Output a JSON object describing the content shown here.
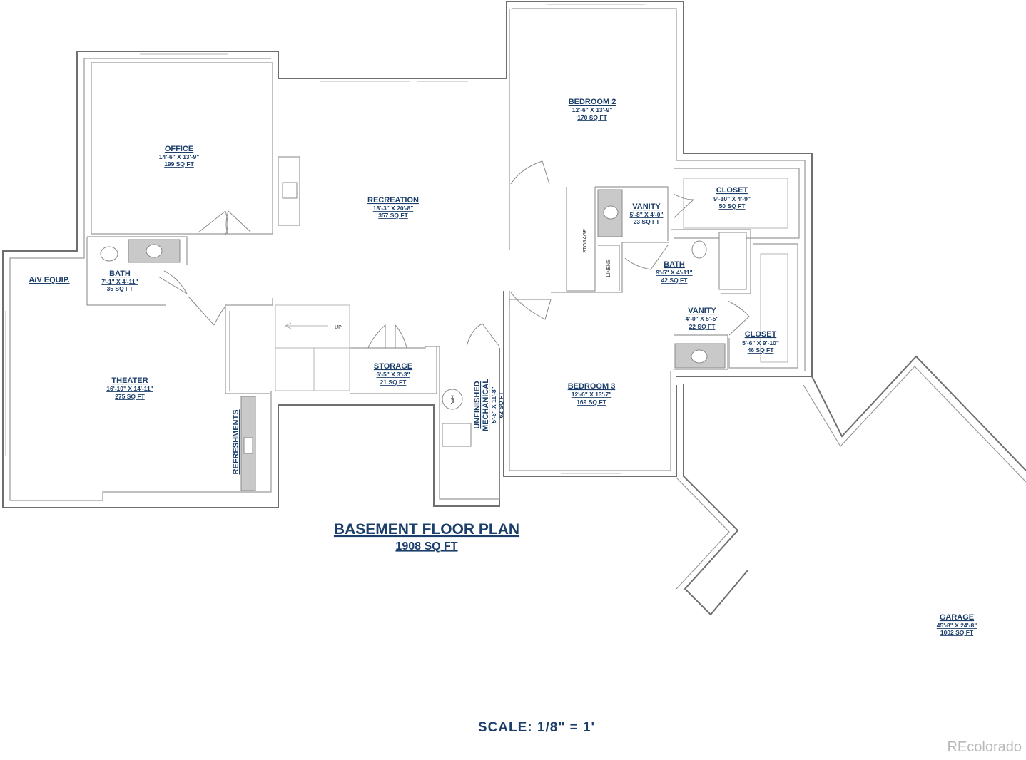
{
  "title": "BASEMENT FLOOR PLAN",
  "total_area": "1908 SQ FT",
  "scale": "SCALE:  1/8\" = 1'",
  "watermark": "REcolorado",
  "stair_label": "UP",
  "rooms": {
    "office": {
      "name": "OFFICE",
      "dims": "14'-6\" X 13'-9\"",
      "area": "199 SQ FT"
    },
    "recreation": {
      "name": "RECREATION",
      "dims": "18'-3\" X 20'-8\"",
      "area": "357 SQ FT"
    },
    "bedroom2": {
      "name": "BEDROOM 2",
      "dims": "12'-6\" X 13'-9\"",
      "area": "170 SQ FT"
    },
    "closet1": {
      "name": "CLOSET",
      "dims": "9'-10\" X 4'-9\"",
      "area": "50 SQ FT"
    },
    "vanity1": {
      "name": "VANITY",
      "dims": "5'-8\" X 4'-0\"",
      "area": "23 SQ FT"
    },
    "bath1": {
      "name": "BATH",
      "dims": "7'-1\" X 4'-11\"",
      "area": "35 SQ FT"
    },
    "bath2": {
      "name": "BATH",
      "dims": "9'-5\" X 4'-11\"",
      "area": "42 SQ FT"
    },
    "vanity2": {
      "name": "VANITY",
      "dims": "4'-0\" X 5'-5\"",
      "area": "22 SQ FT"
    },
    "closet2": {
      "name": "CLOSET",
      "dims": "5'-6\" X 9'-10\"",
      "area": "46 SQ FT"
    },
    "theater": {
      "name": "THEATER",
      "dims": "16'-10\" X 14'-11\"",
      "area": "275 SQ FT"
    },
    "storage": {
      "name": "STORAGE",
      "dims": "6'-5\" X 3'-3\"",
      "area": "21 SQ FT"
    },
    "mechanical": {
      "name1": "UNFINISHED",
      "name2": "MECHANICAL",
      "dims": "5'-6\" X 11'-8\"",
      "area": "62 SQ FT"
    },
    "bedroom3": {
      "name": "BEDROOM 3",
      "dims": "12'-6\" X 13'-7\"",
      "area": "169 SQ FT"
    },
    "garage": {
      "name": "GARAGE",
      "dims": "45'-8\" X 24'-8\"",
      "area": "1002 SQ FT"
    },
    "av_equip": {
      "name": "A/V EQUIP."
    },
    "refreshments": {
      "name": "REFRESHMENTS"
    },
    "storage_small": {
      "name": "STORAGE"
    },
    "linens": {
      "name": "LINENS"
    },
    "water_heater": {
      "name": "WH"
    }
  }
}
